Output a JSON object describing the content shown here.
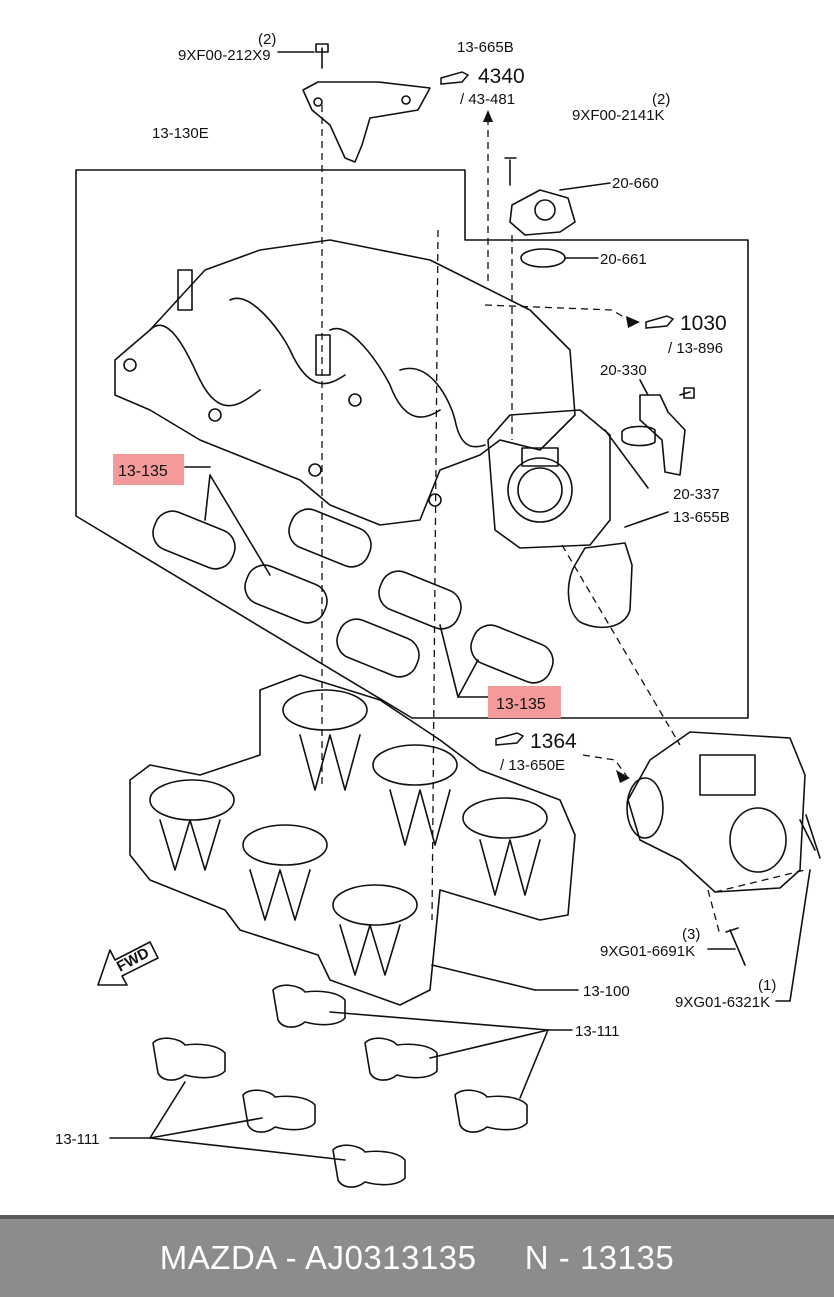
{
  "colors": {
    "highlight": "#f49a9a",
    "line": "#111111",
    "footer_bg": "#8c8c8c",
    "footer_text": "#ffffff"
  },
  "labels": {
    "qty_2a": "(2)",
    "bolt_9xf00_212x9": "9XF00-212X9",
    "bracket_13_665b": "13-665B",
    "ref_4340": "4340",
    "ref_43_481": "/ 43-481",
    "qty_2b": "(2)",
    "bolt_9xf00_2141k": "9XF00-2141K",
    "intake_13_130e": "13-130E",
    "sensor_20_660": "20-660",
    "gasket_20_661": "20-661",
    "ref_1030": "1030",
    "ref_13_896": "/ 13-896",
    "part_20_330": "20-330",
    "gasket_13_135_top": "13-135",
    "part_20_337": "20-337",
    "gasket_13_655b": "13-655B",
    "gasket_13_135_bottom": "13-135",
    "ref_1364": "1364",
    "ref_13_650e": "/ 13-650E",
    "qty_3": "(3)",
    "bolt_9xg01_6691k": "9XG01-6691K",
    "qty_1": "(1)",
    "bolt_9xg01_6321k": "9XG01-6321K",
    "runner_13_100": "13-100",
    "gasket_13_111_right": "13-111",
    "gasket_13_111_left": "13-111",
    "fwd": "FWD"
  },
  "footer": {
    "text": "MAZDA - AJ0313135     N - 13135"
  }
}
